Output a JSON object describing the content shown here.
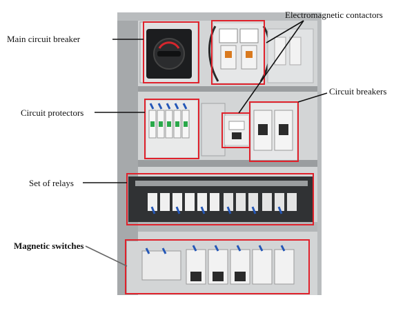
{
  "figure": {
    "labels": {
      "main_circuit_breaker": "Main circuit breaker",
      "electromagnetic_contactors": "Electromagnetic contactors",
      "circuit_breakers": "Circuit breakers",
      "circuit_protectors": "Circuit protectors",
      "set_of_relays": "Set of relays",
      "magnetic_switches": "Magnetic switches"
    },
    "colors": {
      "highlight": "#e0212b",
      "panel": "#c9cbcc",
      "rail": "#8d9093",
      "device": "#e9eaea",
      "dark": "#1e1f21",
      "wire_blue": "#2457b7"
    }
  }
}
